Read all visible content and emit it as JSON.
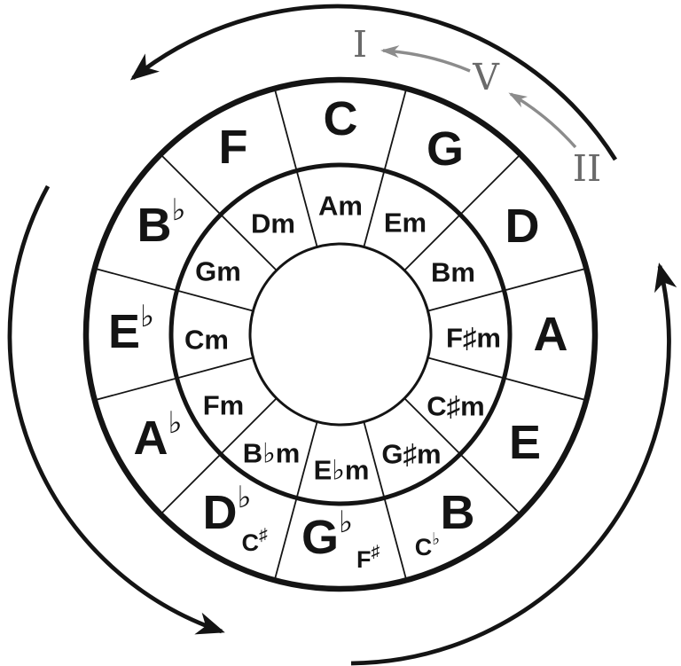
{
  "colors": {
    "ink": "#141414",
    "gray_text": "#6a6a6a",
    "gray_arrow": "#8c8c8c",
    "background": "#ffffff"
  },
  "roman_numerals": {
    "tonic": "I",
    "dominant": "V",
    "supertonic": "II"
  },
  "outer_ring": [
    {
      "name": "C",
      "letter": "C",
      "accidental": ""
    },
    {
      "name": "G",
      "letter": "G",
      "accidental": ""
    },
    {
      "name": "D",
      "letter": "D",
      "accidental": ""
    },
    {
      "name": "A",
      "letter": "A",
      "accidental": ""
    },
    {
      "name": "E",
      "letter": "E",
      "accidental": ""
    },
    {
      "name": "B",
      "letter": "B",
      "accidental": ""
    },
    {
      "name": "G♭",
      "letter": "G",
      "accidental": "♭"
    },
    {
      "name": "D♭",
      "letter": "D",
      "accidental": "♭"
    },
    {
      "name": "A♭",
      "letter": "A",
      "accidental": "♭"
    },
    {
      "name": "E♭",
      "letter": "E",
      "accidental": "♭"
    },
    {
      "name": "B♭",
      "letter": "B",
      "accidental": "♭"
    },
    {
      "name": "F",
      "letter": "F",
      "accidental": ""
    }
  ],
  "inner_ring": [
    "Am",
    "Em",
    "Bm",
    "F♯m",
    "C♯m",
    "G♯m",
    "E♭m",
    "B♭m",
    "Fm",
    "Cm",
    "Gm",
    "Dm"
  ],
  "enharmonics": [
    {
      "name": "C♯",
      "letter": "C",
      "accidental": "♯"
    },
    {
      "name": "F♯",
      "letter": "F",
      "accidental": "♯"
    },
    {
      "name": "C♭",
      "letter": "C",
      "accidental": "♭"
    }
  ]
}
